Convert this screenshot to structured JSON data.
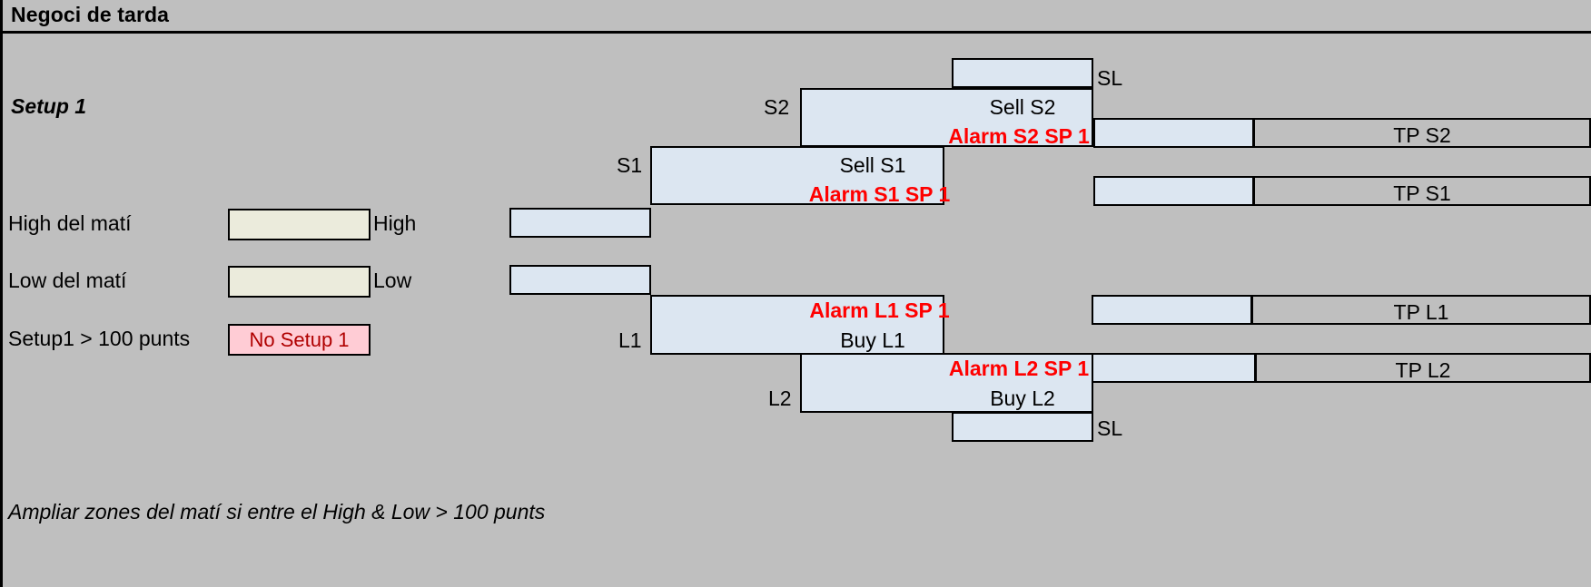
{
  "window": {
    "title": "Negoci de tarda"
  },
  "setup": {
    "heading": "Setup 1"
  },
  "fields": [
    {
      "label": "High del matí",
      "value": "",
      "suffix": "High"
    },
    {
      "label": "Low del matí",
      "value": "",
      "suffix": "Low"
    }
  ],
  "condition": {
    "label": "Setup1 > 100 punts",
    "status": "No Setup 1"
  },
  "levels": {
    "s2": "S2",
    "s1": "S1",
    "l1": "L1",
    "l2": "L2"
  },
  "orders": {
    "sell_s2": "Sell S2",
    "sell_s1": "Sell S1",
    "buy_l1": "Buy L1",
    "buy_l2": "Buy L2"
  },
  "alarms": {
    "s2": "Alarm S2 SP 1",
    "s1": "Alarm S1 SP 1",
    "l1": "Alarm L1 SP 1",
    "l2": "Alarm L2 SP 1"
  },
  "stops": {
    "sl_top": "SL",
    "sl_bottom": "SL"
  },
  "targets": {
    "tp_s2": "TP S2",
    "tp_s1": "TP S1",
    "tp_l1": "TP L1",
    "tp_l2": "TP L2"
  },
  "footer": {
    "note": "Ampliar zones del matí si entre el High & Low > 100 punts"
  },
  "colors": {
    "background": "#bfbfbf",
    "zone_fill": "#dce6f1",
    "input_fill": "#ebebdc",
    "alert_fill": "#ffccd5",
    "alarm_text": "#ff0000",
    "alert_text": "#b00000"
  }
}
